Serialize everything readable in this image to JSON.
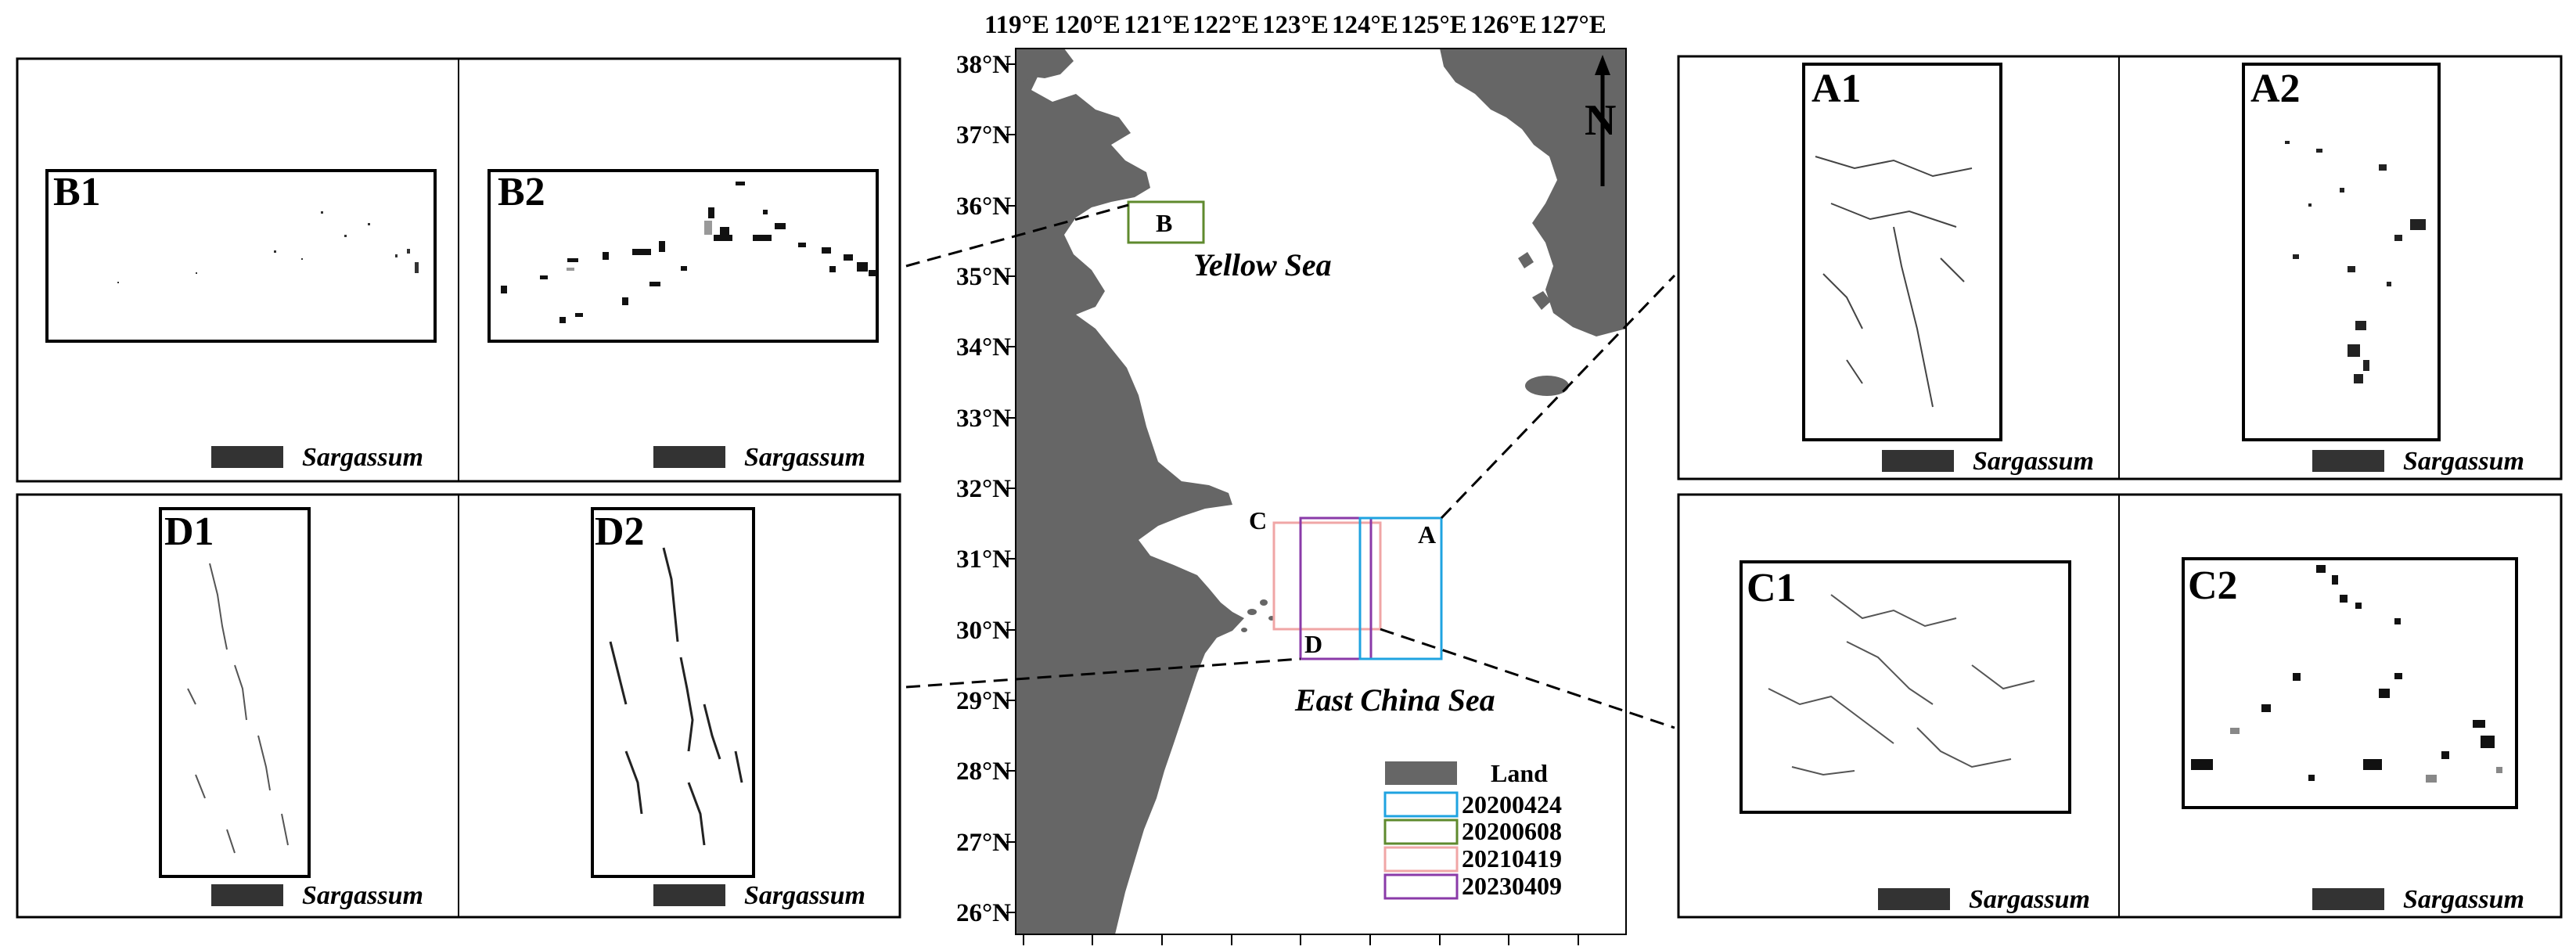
{
  "map": {
    "lon_labels": [
      "119°E",
      "120°E",
      "121°E",
      "122°E",
      "123°E",
      "124°E",
      "125°E",
      "126°E",
      "127°E"
    ],
    "lat_labels": [
      "38°N",
      "37°N",
      "36°N",
      "35°N",
      "34°N",
      "33°N",
      "32°N",
      "31°N",
      "30°N",
      "29°N",
      "28°N",
      "27°N",
      "26°N"
    ],
    "sea_labels": {
      "yellow": "Yellow Sea",
      "east": "East China Sea"
    },
    "north": "N",
    "box_letters": {
      "a": "A",
      "b": "B",
      "c": "C",
      "d": "D"
    },
    "colors": {
      "land": "#666666",
      "sea": "#ffffff",
      "c20200424": "#1fa3e0",
      "c20200608": "#5f8a2e",
      "c20210419": "#f0a6a6",
      "c20230409": "#8a3aa8"
    },
    "legend": {
      "land": "Land",
      "d1": "20200424",
      "d2": "20200608",
      "d3": "20210419",
      "d4": "20230409"
    }
  },
  "panels": {
    "b1": "B1",
    "b2": "B2",
    "d1": "D1",
    "d2": "D2",
    "a1": "A1",
    "a2": "A2",
    "c1": "C1",
    "c2": "C2",
    "legend_label": "Sargassum",
    "legend_color": "#333333"
  }
}
